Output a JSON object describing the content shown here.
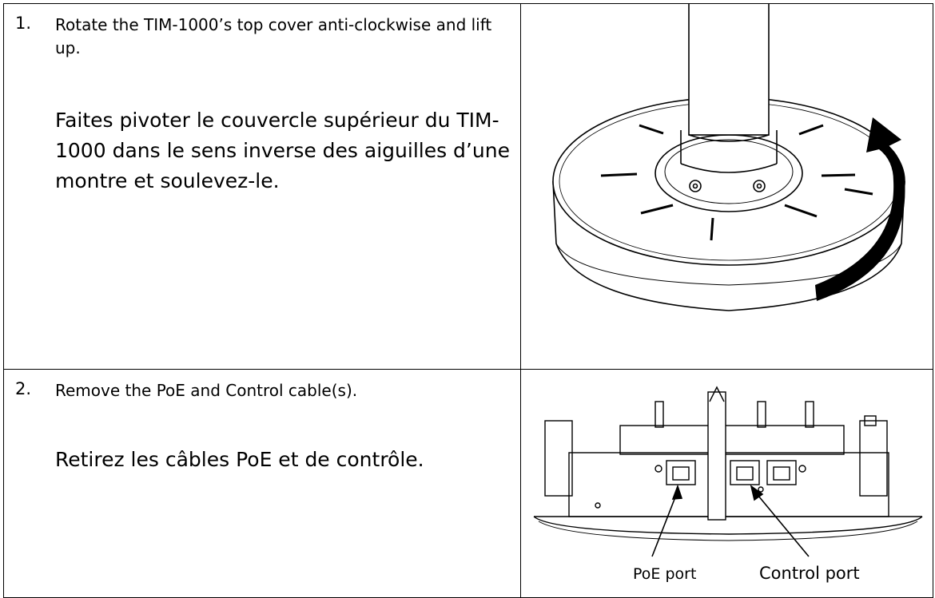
{
  "steps": [
    {
      "number": "1.",
      "english": "Rotate the TIM-1000’s top cover anti-clockwise and lift up.",
      "french": "Faites pivoter le couvercle supérieur du TIM-1000 dans le sens inverse des aiguilles d’une montre et soulevez-le."
    },
    {
      "number": "2.",
      "english": "Remove the PoE and Control cable(s).",
      "french": "Retirez les câbles PoE et de contrôle.",
      "labels": {
        "poe_port": "PoE port",
        "control_port": "Control port"
      }
    }
  ]
}
